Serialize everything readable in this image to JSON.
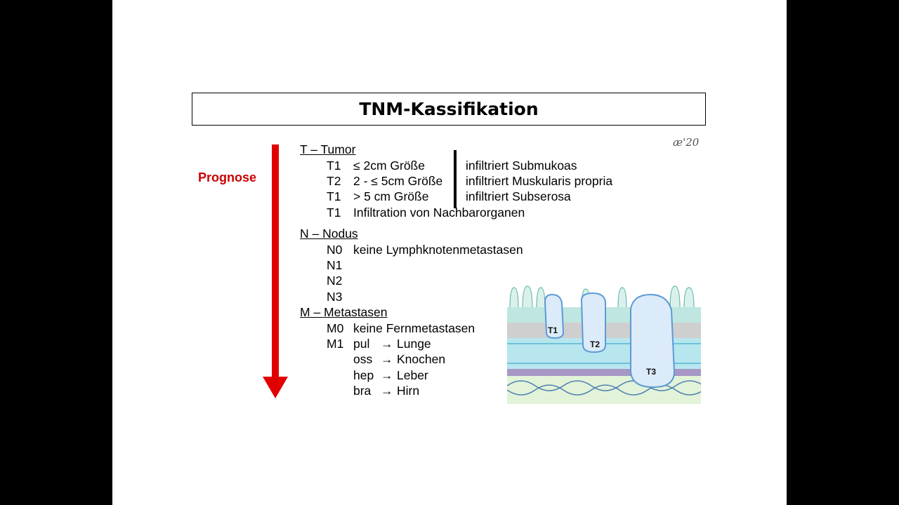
{
  "title": "TNM-Kassifikation",
  "signature": "æ'20",
  "prognose": "Prognose",
  "tumor": {
    "heading": "T – Tumor",
    "rows": [
      {
        "code": "T1",
        "size": "≤ 2cm Größe",
        "infiltration": "infiltriert Submukoas"
      },
      {
        "code": "T2",
        "size": "2 - ≤ 5cm Größe",
        "infiltration": "infiltriert Muskularis propria"
      },
      {
        "code": "T1",
        "size": "> 5 cm Größe",
        "infiltration": "infiltriert Subserosa"
      },
      {
        "code": "T1",
        "size": "Infiltration von Nachbarorganen",
        "infiltration": ""
      }
    ]
  },
  "nodus": {
    "heading": "N – Nodus",
    "rows": [
      {
        "code": "N0",
        "text": "keine Lymphknotenmetastasen"
      },
      {
        "code": "N1",
        "text": ""
      },
      {
        "code": "N2",
        "text": ""
      },
      {
        "code": "N3",
        "text": ""
      }
    ]
  },
  "metastasen": {
    "heading": "M – Metastasen",
    "m0": {
      "code": "M0",
      "text": "keine Fernmetastasen"
    },
    "m1": {
      "code": "M1",
      "items": [
        {
          "abbr": "pul",
          "target": "Lunge"
        },
        {
          "abbr": "oss",
          "target": "Knochen"
        },
        {
          "abbr": "hep",
          "target": "Leber"
        },
        {
          "abbr": "bra",
          "target": "Hirn"
        }
      ]
    },
    "arrow": "→"
  },
  "illustration": {
    "labels": [
      "T1",
      "T2",
      "T3"
    ],
    "colors": {
      "mucosa": "#7dc8c0",
      "submucosa": "#c8c8c8",
      "muscularis": "#8fd6e6",
      "subserosa": "#9a86b8",
      "serosa": "#8ed08a",
      "tumor": "#a8cdf0"
    }
  }
}
